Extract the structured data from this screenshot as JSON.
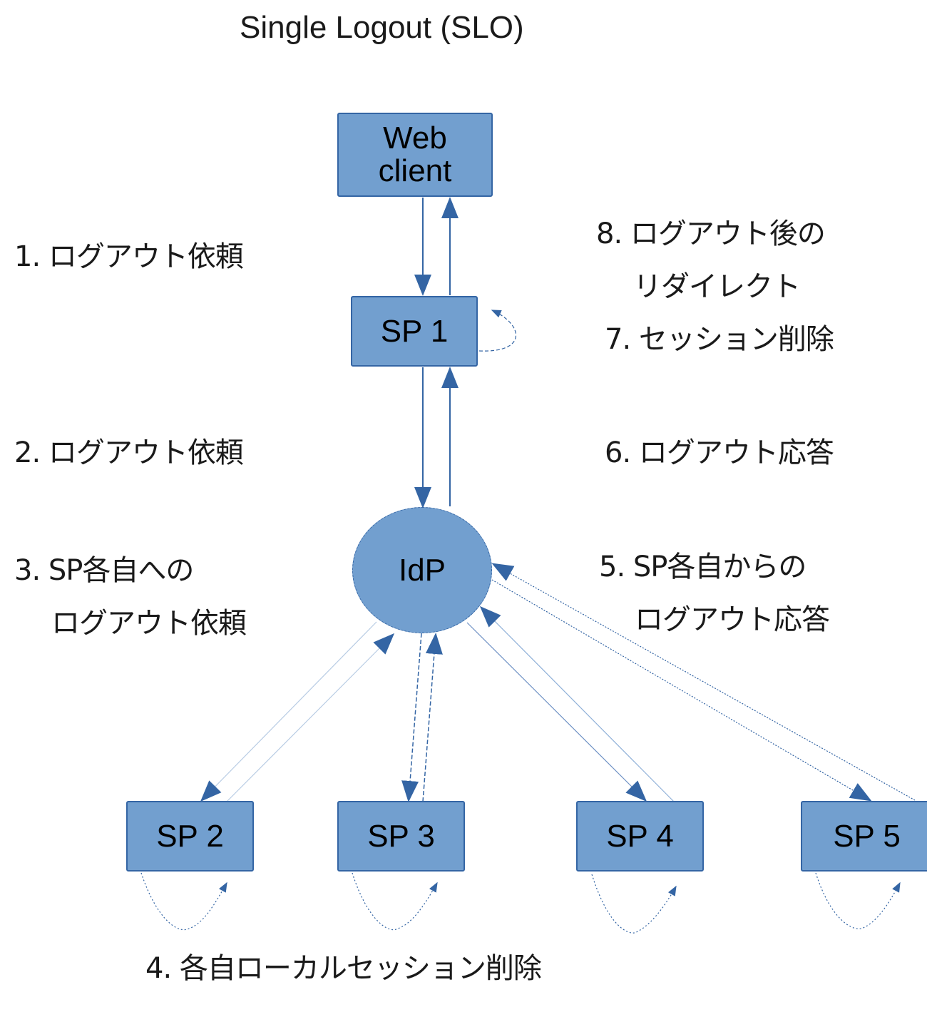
{
  "title": "Single Logout (SLO)",
  "nodes": {
    "web_client": {
      "line1": "Web",
      "line2": "client"
    },
    "sp1": "SP 1",
    "idp": "IdP",
    "sp2": "SP 2",
    "sp3": "SP 3",
    "sp4": "SP 4",
    "sp5": "SP 5"
  },
  "steps": {
    "step1": "1. ログアウト依頼",
    "step2": "2. ログアウト依頼",
    "step3": {
      "line1": "3. SP各自への",
      "line2": "ログアウト依頼"
    },
    "step4": "4. 各自ローカルセッション削除",
    "step5": {
      "line1": "5. SP各自からの",
      "line2": "ログアウト応答"
    },
    "step6": "6. ログアウト応答",
    "step7": "7. セッション削除",
    "step8": {
      "line1": "8. ログアウト後の",
      "line2": "リダイレクト"
    }
  },
  "colors": {
    "node_fill": "#729fcf",
    "node_border": "#3465a4",
    "arrow": "#3465a4"
  }
}
